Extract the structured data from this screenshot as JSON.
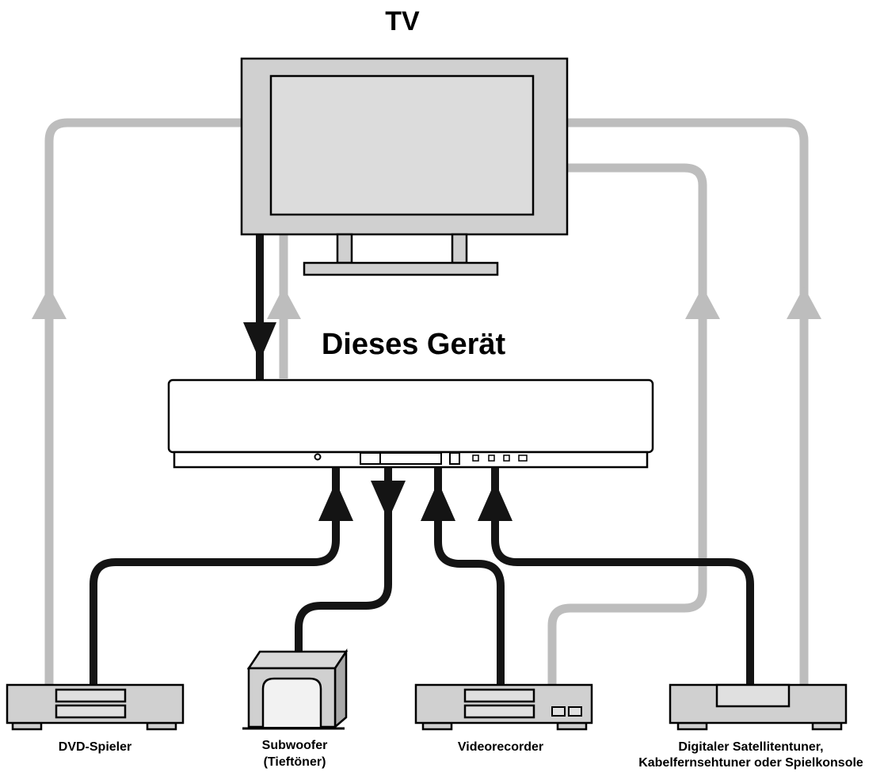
{
  "title": "TV",
  "main_unit_label": "Dieses Gerät",
  "devices": {
    "dvd": {
      "label": "DVD-Spieler"
    },
    "subwoofer": {
      "line1": "Subwoofer",
      "line2": "(Tieftöner)"
    },
    "vcr": {
      "label": "Videorecorder"
    },
    "tuner": {
      "line1": "Digitaler Satellitentuner,",
      "line2": "Kabelfernsehtuner oder Spielkonsole"
    }
  },
  "colors": {
    "device_fill": "#d0d0d0",
    "outline": "#000000",
    "video_line": "#bdbdbd",
    "audio_line": "#141414"
  }
}
